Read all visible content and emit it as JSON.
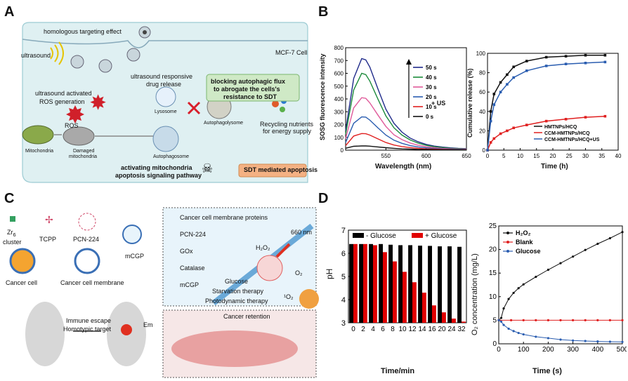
{
  "panels": {
    "A": {
      "label": "A",
      "texts": {
        "homologous": "homologous targeting effect",
        "ultrasound": "ultrasound",
        "mcf7": "MCF-7 Cell",
        "us_responsive": "ultrasound responsive",
        "drug_release": "drug release",
        "us_activated": "ultrasound activated",
        "ros_generation": "ROS generation",
        "ros": "ROS",
        "mitochondria": "Mitochondria",
        "damaged": "Damaged",
        "damaged2": "mitochondria",
        "lysosome": "Lysosome",
        "autophagosome": "Autophagosome",
        "autophagolysome": "Autophagolysome",
        "recycling": "Recycling nutrients",
        "energy": "for energy supply",
        "green_box_1": "blocking autophagic flux",
        "green_box_2": "to abrogate the cells's",
        "green_box_3": "resistance to SDT",
        "activating1": "activating mitochondria",
        "activating2": "apoptosis signaling pathway",
        "sdt_box": "SDT mediated apoptosis"
      },
      "colors": {
        "cell_bg": "#e3f2f4",
        "green_box": "#cfe9c6",
        "sdt_box": "#f4b183"
      }
    },
    "B": {
      "label": "B",
      "left": {
        "ylabel": "SOSG fluorescence intensity",
        "xlabel": "Wavelength (nm)",
        "xticks": [
          "550",
          "600",
          "650"
        ],
        "yticks": [
          "0",
          "100",
          "200",
          "300",
          "400",
          "500",
          "600",
          "700",
          "800"
        ],
        "us": "+ US"
      },
      "right": {
        "ylabel": "Cumulative release (%)",
        "xlabel": "Time (h)",
        "xticks": [
          "0",
          "5",
          "10",
          "15",
          "20",
          "25",
          "30",
          "35",
          "40"
        ],
        "yticks": [
          "0",
          "20",
          "40",
          "60",
          "80",
          "100"
        ]
      }
    },
    "C": {
      "label": "C",
      "texts": {
        "zr": "Zr",
        "zr_sub": "6",
        "cluster": "cluster",
        "tcpp": "TCPP",
        "pcn": "PCN-224",
        "mcgp": "mCGP",
        "cancer_cell": "Cancer cell",
        "membrane": "Cancer cell membrane",
        "immune": "Immune escape",
        "homotypic": "Homotypic target",
        "em": "Em",
        "legend1": "Cancer cell membrane proteins",
        "legend2": "PCN-224",
        "legend3": "GOx",
        "legend4": "Catalase",
        "legend5": "mCGP",
        "nm660": "660 nm",
        "h2o2": "H₂O₂",
        "glucose": "Glucose",
        "o2": "O₂",
        "o2b": "¹O₂",
        "starvation": "Starvation therapy",
        "photodynamic": "Photodynamic therapy",
        "retention": "Cancer retention"
      }
    },
    "D": {
      "label": "D",
      "left": {
        "ylabel": "pH",
        "xlabel": "Time/min",
        "yticks": [
          "3",
          "4",
          "5",
          "6",
          "7"
        ]
      },
      "right": {
        "ylabel": "O₂ concentration (mg/L)",
        "xlabel": "Time (s)",
        "xticks": [
          "0",
          "100",
          "200",
          "300",
          "400",
          "500"
        ],
        "yticks": [
          "0",
          "5",
          "10",
          "15",
          "20",
          "25"
        ]
      }
    }
  },
  "chart_data": [
    {
      "type": "line",
      "panel": "B-left",
      "xlabel": "Wavelength (nm)",
      "ylabel": "SOSG fluorescence intensity",
      "xlim": [
        500,
        650
      ],
      "ylim": [
        0,
        800
      ],
      "x": [
        500,
        510,
        520,
        525,
        530,
        540,
        550,
        560,
        570,
        580,
        590,
        600,
        610,
        620,
        630,
        640,
        650
      ],
      "series": [
        {
          "name": "50 s",
          "color": "#1f2a8a",
          "values": [
            150,
            560,
            715,
            705,
            650,
            480,
            320,
            210,
            140,
            95,
            65,
            45,
            32,
            24,
            18,
            14,
            12
          ]
        },
        {
          "name": "40 s",
          "color": "#1b8a3a",
          "values": [
            125,
            470,
            600,
            590,
            540,
            400,
            268,
            175,
            118,
            80,
            55,
            38,
            27,
            20,
            15,
            12,
            10
          ]
        },
        {
          "name": "30 s",
          "color": "#e05a9a",
          "values": [
            90,
            330,
            410,
            405,
            370,
            275,
            185,
            120,
            82,
            56,
            39,
            27,
            19,
            14,
            11,
            9,
            8
          ]
        },
        {
          "name": "20 s",
          "color": "#2a5db0",
          "values": [
            60,
            210,
            260,
            258,
            235,
            175,
            118,
            78,
            53,
            36,
            25,
            18,
            13,
            10,
            8,
            7,
            6
          ]
        },
        {
          "name": "10 s",
          "color": "#e02020",
          "values": [
            35,
            110,
            130,
            128,
            118,
            88,
            60,
            40,
            28,
            20,
            14,
            10,
            8,
            6,
            5,
            4,
            4
          ]
        },
        {
          "name": "0 s",
          "color": "#111111",
          "values": [
            15,
            30,
            33,
            33,
            31,
            25,
            19,
            14,
            10,
            8,
            6,
            5,
            4,
            3,
            3,
            2,
            2
          ]
        }
      ]
    },
    {
      "type": "line",
      "panel": "B-right",
      "xlabel": "Time (h)",
      "ylabel": "Cumulative release (%)",
      "xlim": [
        0,
        40
      ],
      "ylim": [
        0,
        100
      ],
      "x": [
        0,
        1,
        2,
        4,
        6,
        8,
        12,
        18,
        24,
        30,
        36
      ],
      "series": [
        {
          "name": "HMTNPs/HCQ",
          "color": "#111111",
          "values": [
            0,
            40,
            58,
            70,
            78,
            86,
            92,
            96,
            97,
            98,
            98
          ]
        },
        {
          "name": "CCM-HMTNPs/HCQ",
          "color": "#e02020",
          "values": [
            0,
            8,
            12,
            17,
            20,
            23,
            26,
            30,
            32,
            34,
            35
          ]
        },
        {
          "name": "CCM-HMTNPs/HCQ+US",
          "color": "#2a5db0",
          "values": [
            0,
            30,
            47,
            60,
            68,
            75,
            82,
            87,
            89,
            90,
            91
          ]
        }
      ]
    },
    {
      "type": "bar",
      "panel": "D-left",
      "xlabel": "Time/min",
      "ylabel": "pH",
      "ylim": [
        3,
        7
      ],
      "categories": [
        "0",
        "2",
        "4",
        "6",
        "8",
        "10",
        "12",
        "14",
        "16",
        "20",
        "24",
        "32"
      ],
      "series": [
        {
          "name": "- Glucose",
          "color": "#000000",
          "values": [
            6.4,
            6.4,
            6.4,
            6.4,
            6.37,
            6.35,
            6.35,
            6.33,
            6.32,
            6.3,
            6.3,
            6.28
          ]
        },
        {
          "name": "+ Glucose",
          "color": "#e00000",
          "values": [
            6.4,
            6.4,
            6.35,
            6.05,
            5.65,
            5.2,
            4.75,
            4.3,
            3.75,
            3.45,
            3.18,
            3.05
          ]
        }
      ]
    },
    {
      "type": "scatter",
      "panel": "D-right",
      "xlabel": "Time (s)",
      "ylabel": "O₂ concentration (mg/L)",
      "xlim": [
        0,
        500
      ],
      "ylim": [
        0,
        25
      ],
      "series": [
        {
          "name": "H₂O₂",
          "color": "#111111",
          "x": [
            0,
            10,
            20,
            40,
            60,
            80,
            100,
            150,
            200,
            250,
            300,
            350,
            400,
            450,
            500
          ],
          "values": [
            5,
            5.5,
            7.5,
            9.5,
            10.8,
            11.8,
            12.6,
            14.2,
            15.7,
            17.1,
            18.5,
            19.9,
            21.2,
            22.4,
            23.7
          ]
        },
        {
          "name": "Blank",
          "color": "#e02020",
          "x": [
            0,
            50,
            100,
            150,
            200,
            250,
            300,
            350,
            400,
            450,
            500
          ],
          "values": [
            5,
            5,
            5,
            5,
            5,
            5,
            5,
            5,
            5,
            5,
            5
          ]
        },
        {
          "name": "Glucose",
          "color": "#2a5db0",
          "x": [
            0,
            10,
            20,
            40,
            60,
            80,
            100,
            150,
            200,
            250,
            300,
            350,
            400,
            450,
            500
          ],
          "values": [
            5,
            4.7,
            4.0,
            3.2,
            2.7,
            2.3,
            2.0,
            1.5,
            1.2,
            0.9,
            0.7,
            0.6,
            0.5,
            0.45,
            0.4
          ]
        }
      ]
    }
  ]
}
